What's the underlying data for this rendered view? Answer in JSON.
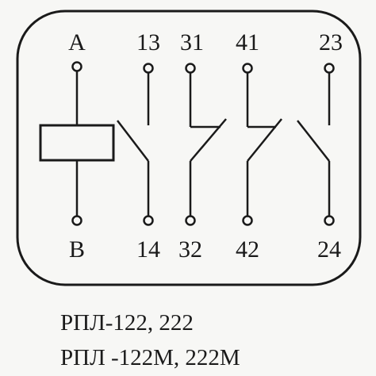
{
  "coil_terminals": {
    "top": "A",
    "bottom": "B"
  },
  "contacts": [
    {
      "top": "13",
      "bottom": "14",
      "kind": "normally-open"
    },
    {
      "top": "31",
      "bottom": "32",
      "kind": "normally-closed"
    },
    {
      "top": "41",
      "bottom": "42",
      "kind": "normally-closed"
    },
    {
      "top": "23",
      "bottom": "24",
      "kind": "normally-open"
    }
  ],
  "caption": {
    "line1": "РПЛ-122, 222",
    "line2": "РПЛ -122М, 222М"
  },
  "colors": {
    "ink": "#1a1a1a",
    "paper": "#f7f7f5"
  }
}
